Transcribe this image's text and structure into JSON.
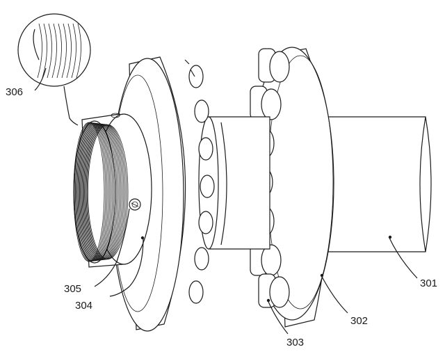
{
  "labels": {
    "l301": "301",
    "l302": "302",
    "l303": "303",
    "l304": "304",
    "l305": "305",
    "l306": "306"
  }
}
